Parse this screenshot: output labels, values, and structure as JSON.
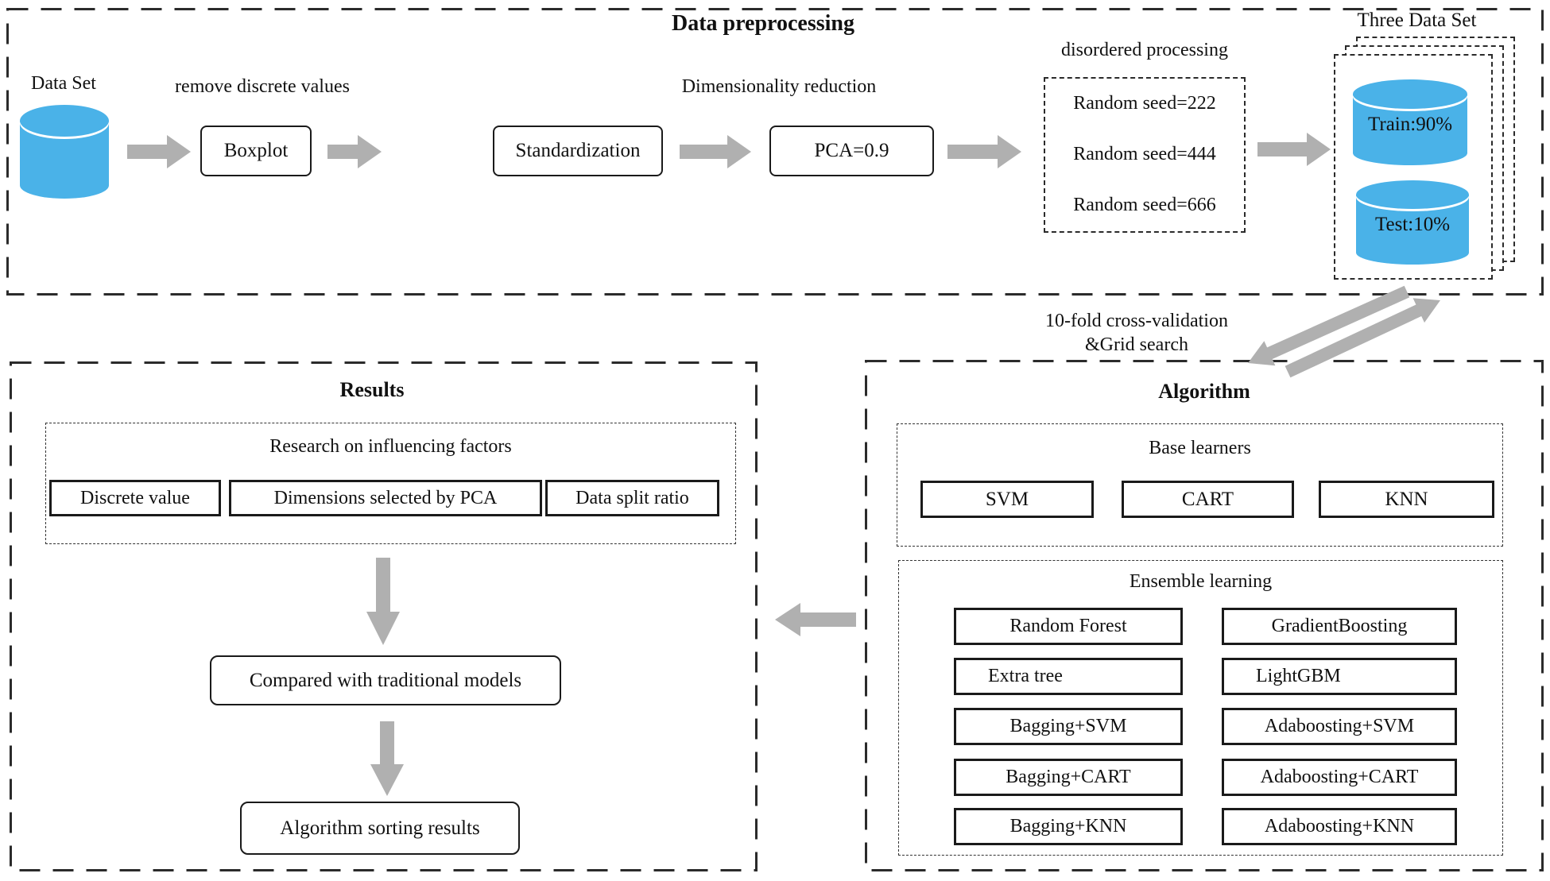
{
  "colors": {
    "cylinder_blue": "#4ab2e8",
    "arrow_gray": "#b0b0b0"
  },
  "preprocessing": {
    "title": "Data preprocessing",
    "dataset_label": "Data Set",
    "remove_label": "remove discrete values",
    "boxplot": "Boxplot",
    "standardization": "Standardization",
    "dim_reduction_label": "Dimensionality reduction",
    "pca": "PCA=0.9",
    "disordered_label": "disordered processing",
    "seeds": [
      "Random seed=222",
      "Random seed=444",
      "Random seed=666"
    ],
    "three_dataset": {
      "title": "Three Data Set",
      "train": "Train:90%",
      "test": "Test:10%"
    }
  },
  "crossval": {
    "line1": "10-fold cross-validation",
    "line2": "&Grid search"
  },
  "algorithm": {
    "title": "Algorithm",
    "base_learners": {
      "title": "Base learners",
      "items": [
        "SVM",
        "CART",
        "KNN"
      ]
    },
    "ensemble": {
      "title": "Ensemble learning",
      "left": [
        "Random Forest",
        "Extra tree",
        "Bagging+SVM",
        "Bagging+CART",
        "Bagging+KNN"
      ],
      "right": [
        "GradientBoosting",
        "LightGBM",
        "Adaboosting+SVM",
        "Adaboosting+CART",
        "Adaboosting+KNN"
      ]
    }
  },
  "results": {
    "title": "Results",
    "research": {
      "title": "Research on influencing factors",
      "items": [
        "Discrete value",
        "Dimensions selected by PCA",
        "Data split ratio"
      ]
    },
    "compared_box": "Compared with traditional models",
    "sorting_box": "Algorithm sorting results"
  }
}
